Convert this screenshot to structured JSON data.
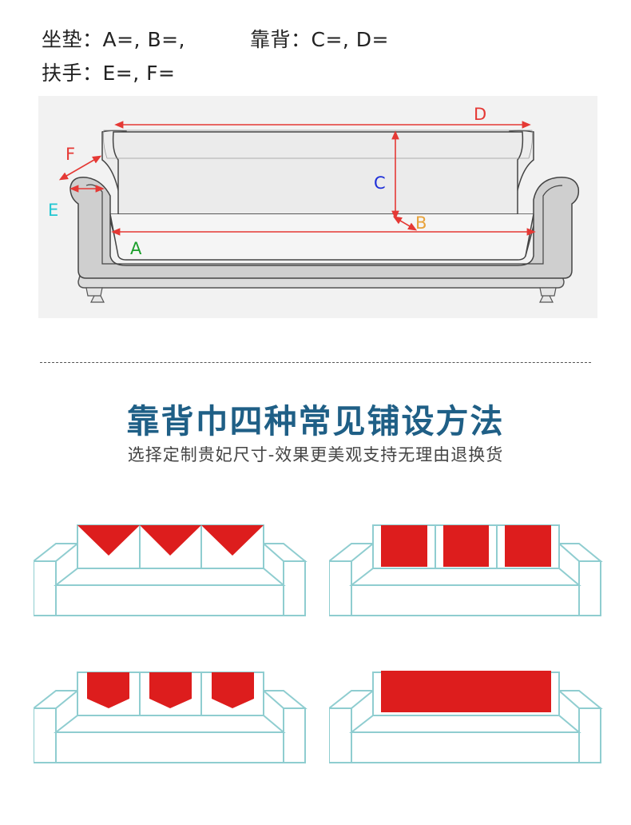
{
  "measurements": {
    "seat": "坐垫：A=, B=,",
    "back": "靠背：C=, D=",
    "arm": "扶手：E=, F="
  },
  "diagram_labels": {
    "a": "A",
    "b": "B",
    "c": "C",
    "d": "D",
    "e": "E",
    "f": "F"
  },
  "section": {
    "title": "靠背巾四种常见铺设方法",
    "subtitle": "选择定制贵妃尺寸-效果更美观支持无理由退换货"
  },
  "colors": {
    "red_annotation": "#e53935",
    "blue_label": "#1e2fd8",
    "green_label": "#1a9e2a",
    "orange_label": "#e8a23a",
    "cyan_label": "#22c7d2",
    "title_blue": "#1f5f86",
    "sofa_outline": "#8fcdd0",
    "towel_red": "#dd1d1d"
  }
}
